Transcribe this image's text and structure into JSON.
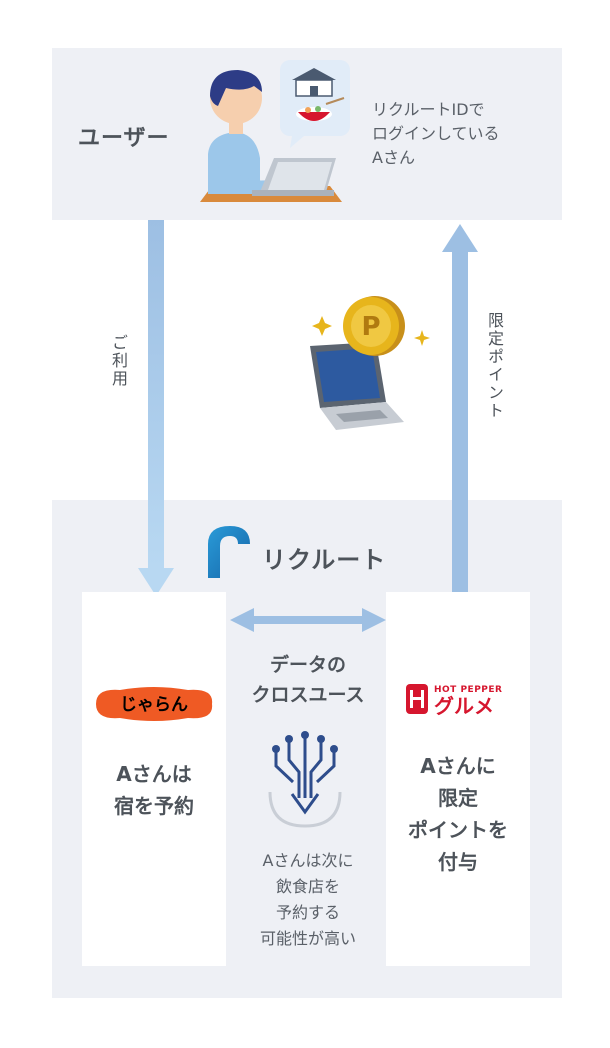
{
  "user": {
    "label": "ユーザー",
    "desc_lines": [
      "リクルートIDで",
      "ログインしている",
      "Aさん"
    ]
  },
  "arrows": {
    "use_label": "ご利用",
    "points_label": "限定ポイント"
  },
  "recruit": {
    "name": "リクルート"
  },
  "left_card": {
    "logo_text": "じゃらん",
    "lines": [
      "Aさんは",
      "宿を予約"
    ]
  },
  "right_card": {
    "logo_small": "HOT PEPPER",
    "logo_big": "グルメ",
    "lines": [
      "Aさんに",
      "限定",
      "ポイントを",
      "付与"
    ]
  },
  "cross_use": {
    "title_lines": [
      "データの",
      "クロスユース"
    ],
    "desc_lines": [
      "Aさんは次に",
      "飲食店を",
      "予約する",
      "可能性が高い"
    ]
  },
  "colors": {
    "panel_bg": "#eef0f5",
    "arrow_blue": "#9dbfe3",
    "gourmet_red": "#d6162e",
    "jalan_orange": "#ef5a24",
    "coin_gold": "#e7b51c"
  }
}
